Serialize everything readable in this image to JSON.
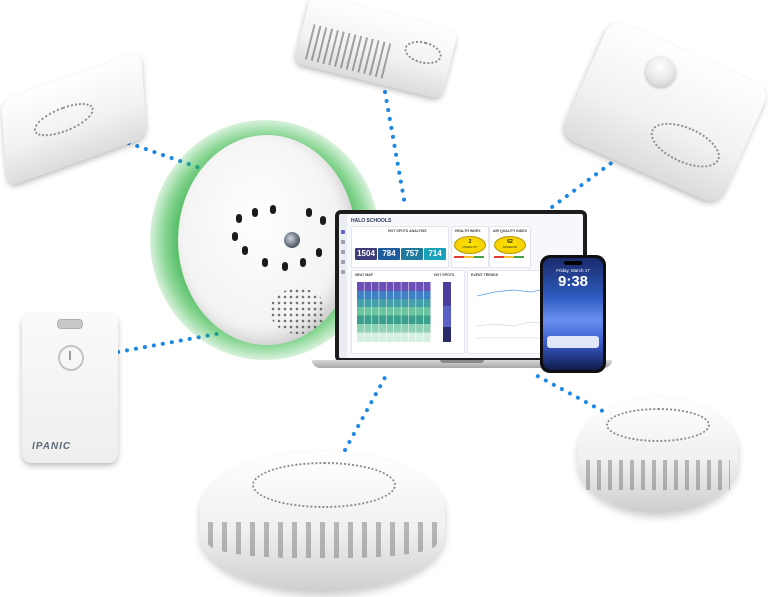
{
  "dashboard": {
    "app_title": "HALO SCHOOLS",
    "stats_title": "HOT SPOTS ANALYSIS",
    "stats": [
      {
        "value": "1504",
        "color": "#3d3d7a"
      },
      {
        "value": "784",
        "color": "#1f5c9e"
      },
      {
        "value": "757",
        "color": "#1f7a9e"
      },
      {
        "value": "714",
        "color": "#1aa3b8"
      }
    ],
    "gauges": [
      {
        "title": "HEALTH INDEX",
        "value": "2",
        "caption": "UNHEALTHY"
      },
      {
        "title": "AIR QUALITY INDEX",
        "value": "62",
        "caption": "MODERATE"
      }
    ],
    "heatmap_title": "HEAT MAP",
    "hotspots_title": "HOT SPOTS",
    "trend_title": "EVENT TRENDS"
  },
  "phone": {
    "date": "Friday, March 17",
    "time": "9:38"
  },
  "panic_device": {
    "logo": "IPANIC"
  },
  "colors": {
    "connector": "#1e88e5",
    "hub_glow": "#1fa533"
  }
}
